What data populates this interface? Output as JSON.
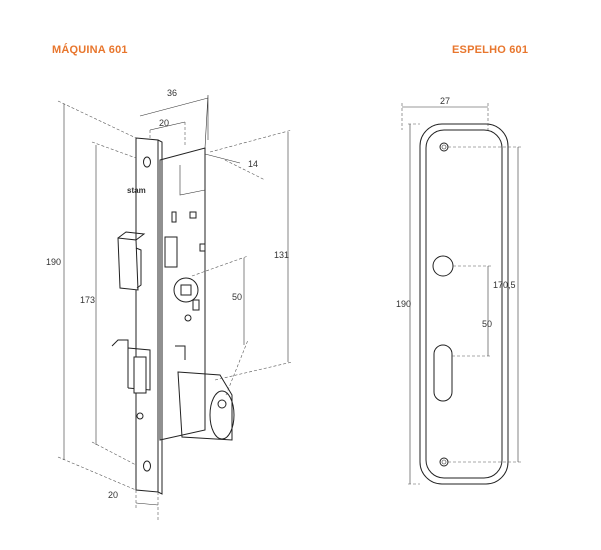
{
  "titles": {
    "left": "MÁQUINA 601",
    "right": "ESPELHO 601"
  },
  "colors": {
    "title": "#e8762d",
    "line": "#222222"
  },
  "logo": "stam",
  "machine_dims": {
    "height_total": "190",
    "height_inner": "173",
    "width_top": "36",
    "width_sub": "20",
    "depth": "14",
    "span": "131",
    "axis": "50",
    "width_bottom": "20"
  },
  "mirror_dims": {
    "width": "27",
    "height": "190",
    "span": "170,5",
    "axis": "50"
  }
}
